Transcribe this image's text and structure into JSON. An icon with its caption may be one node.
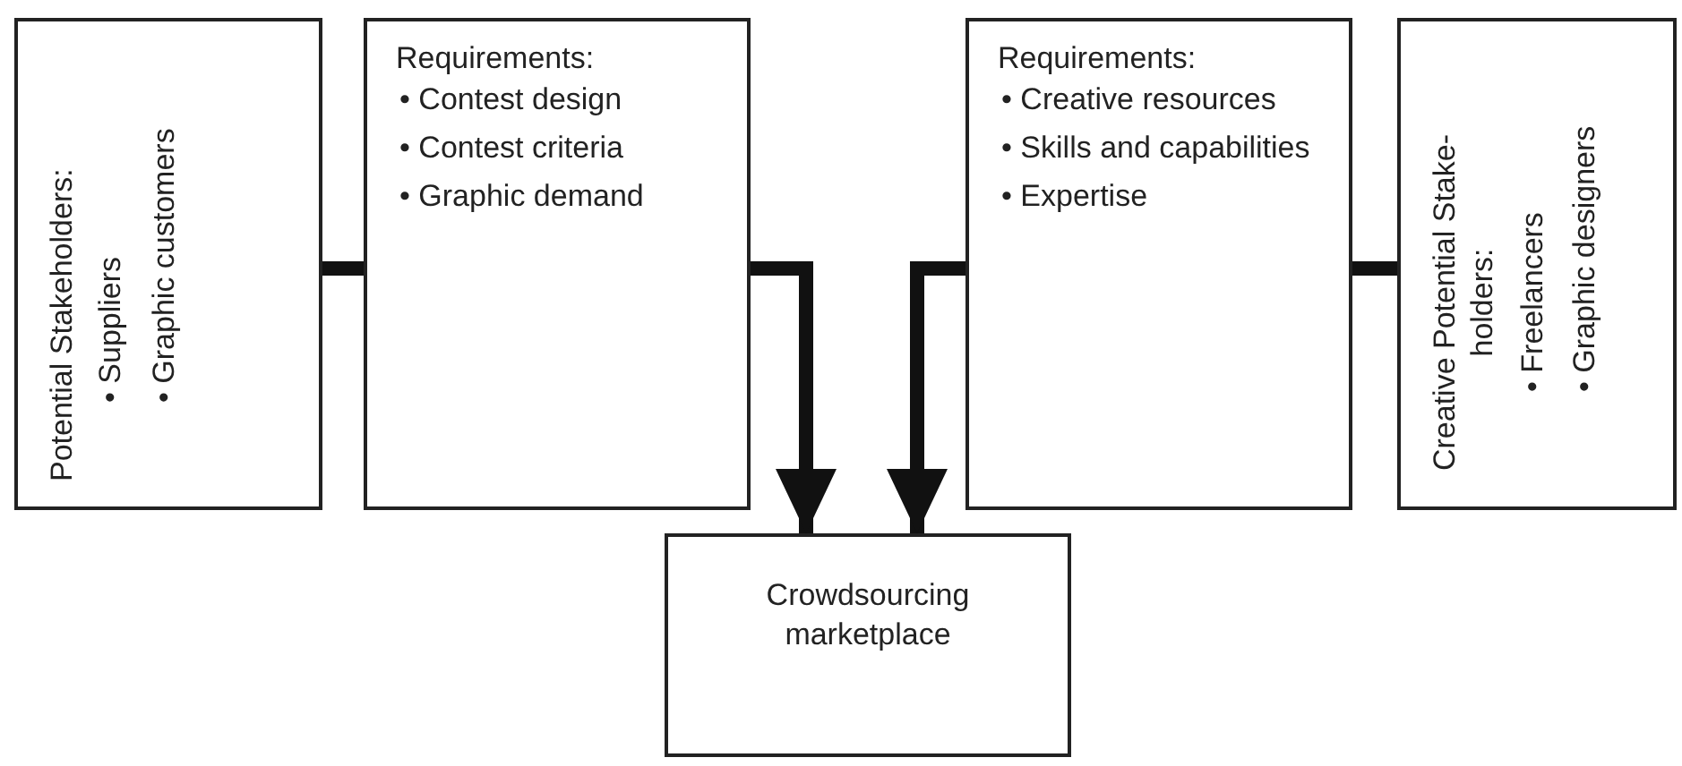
{
  "diagram": {
    "nodes": [
      {
        "text": [
          "Potential Stakeholders:",
          "• Suppliers",
          "• Graphic customers"
        ]
      },
      {
        "text": [
          "Requirements:",
          "• Contest design",
          "• Contest criteria",
          "• Graphic demand"
        ]
      },
      {
        "text": [
          "Requirements:",
          "• Creative resources",
          "• Skills and capabilities",
          "• Expertise"
        ]
      },
      {
        "text": [
          "Creative Potential Stake- holders:",
          "• Freelancers",
          "• Graphic designers"
        ]
      },
      {
        "text": [
          "Crowdsourcing marketplace"
        ]
      }
    ],
    "edges": [
      {
        "from": 0,
        "to": 1,
        "arrow": "none"
      },
      {
        "from": 1,
        "to": 4,
        "arrow": "to"
      },
      {
        "from": 2,
        "to": 4,
        "arrow": "to"
      },
      {
        "from": 2,
        "to": 3,
        "arrow": "none"
      }
    ]
  }
}
